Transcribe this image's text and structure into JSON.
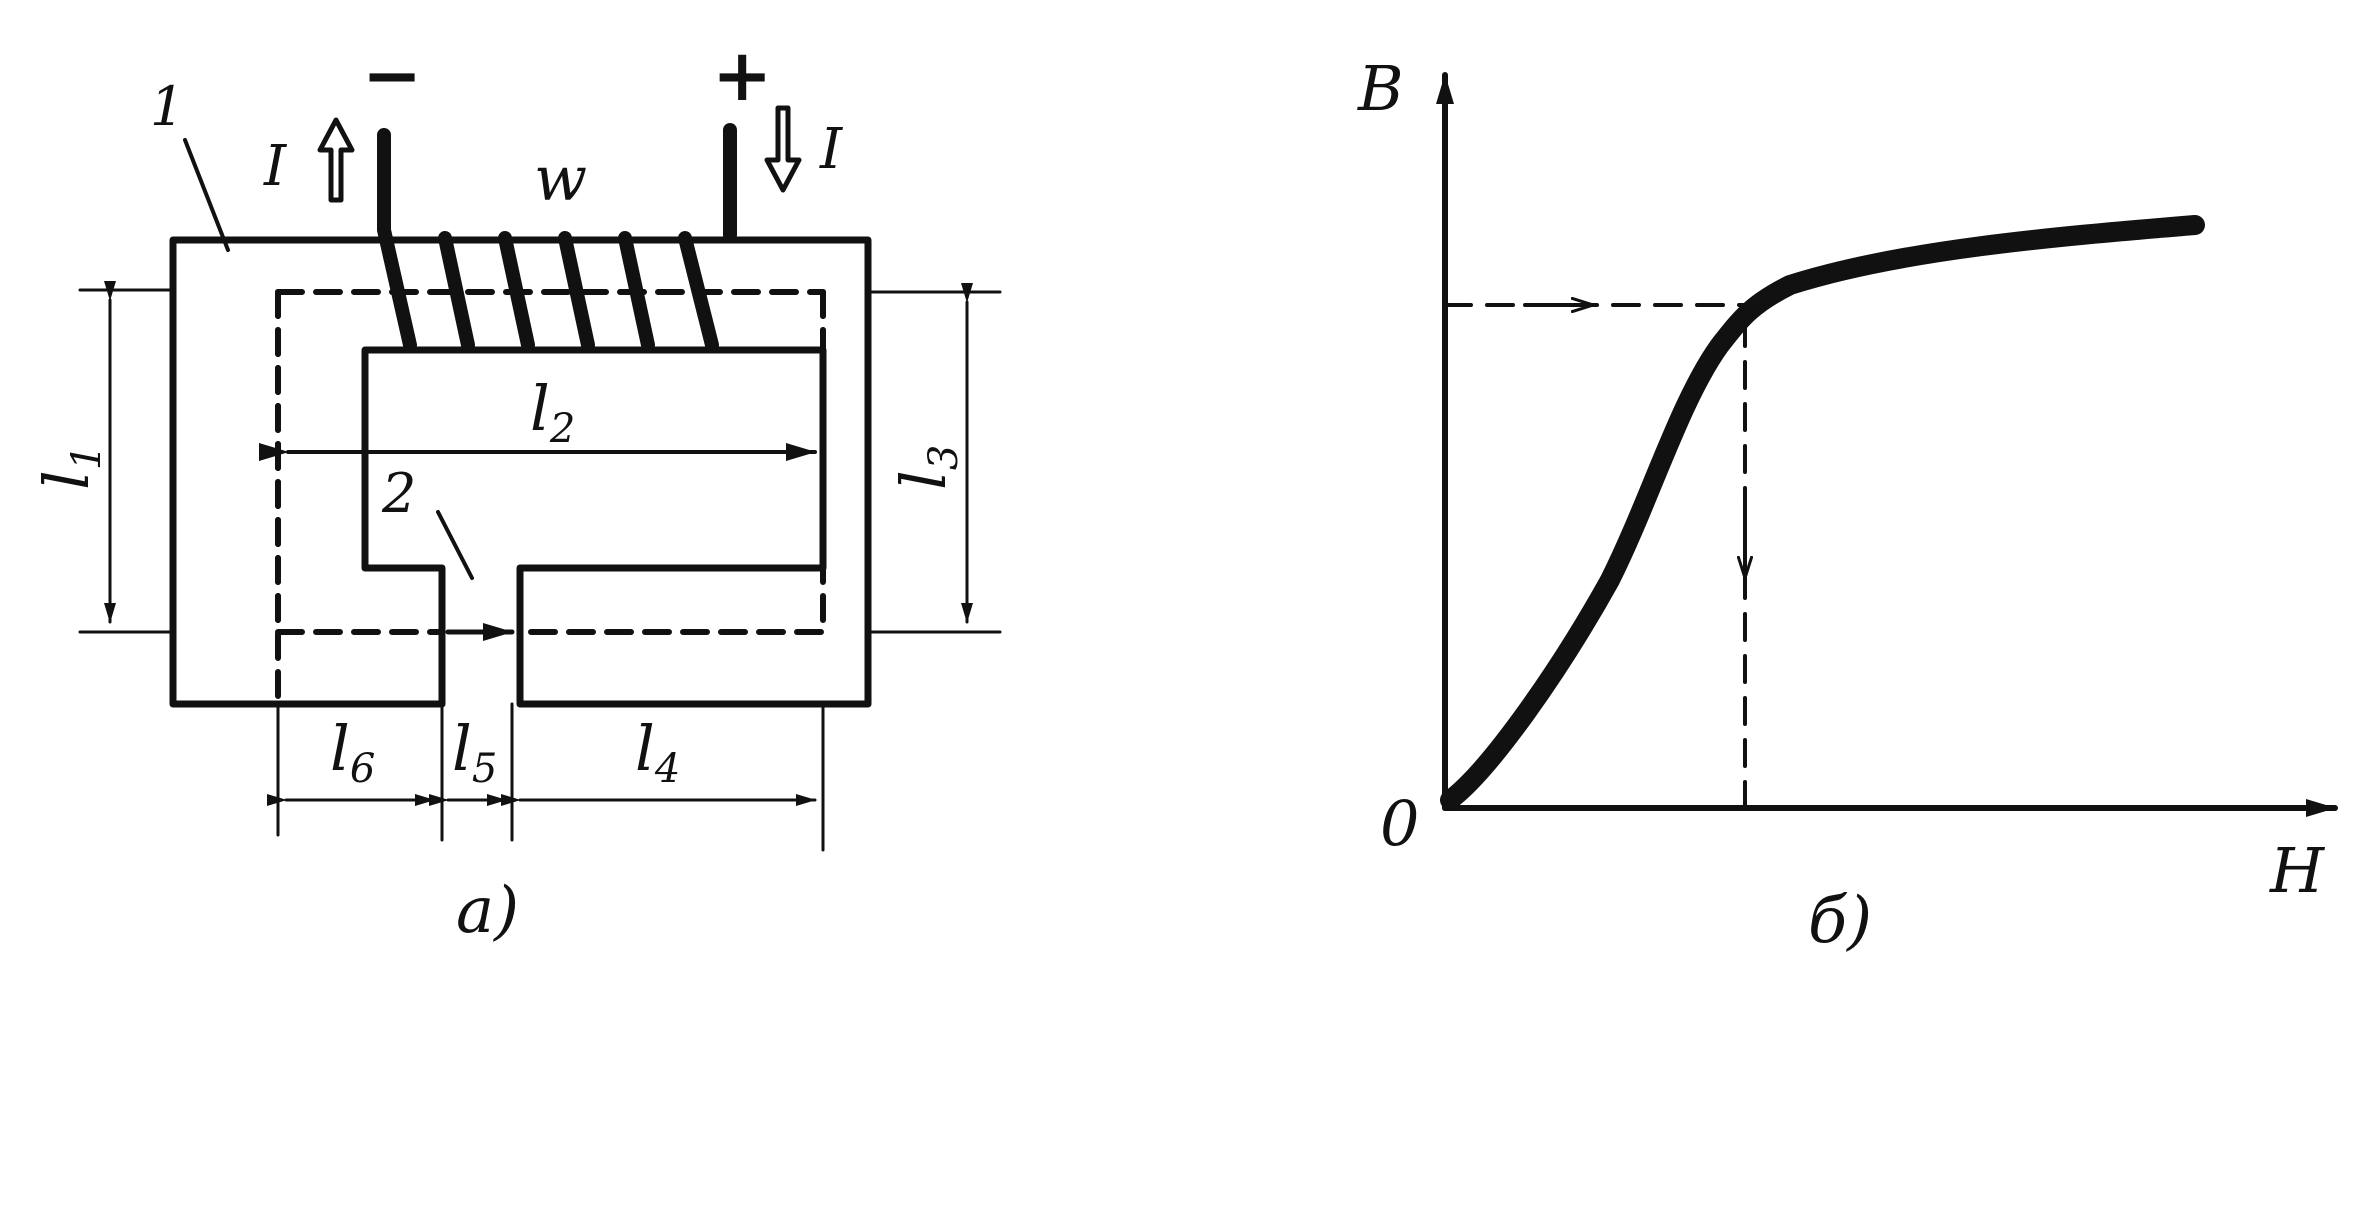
{
  "figure_a": {
    "caption": "a)",
    "core_label": "1",
    "gap_label": "2",
    "winding_label": "w",
    "minus_sign": "−",
    "plus_sign": "+",
    "current_left": "I",
    "current_right": "I",
    "lengths": {
      "l1": {
        "letter": "l",
        "sub": "1"
      },
      "l2": {
        "letter": "l",
        "sub": "2"
      },
      "l3": {
        "letter": "l",
        "sub": "3"
      },
      "l4": {
        "letter": "l",
        "sub": "4"
      },
      "l5": {
        "letter": "l",
        "sub": "5"
      },
      "l6": {
        "letter": "l",
        "sub": "6"
      }
    }
  },
  "figure_b": {
    "caption": "б)",
    "y_axis_label": "B",
    "x_axis_label": "H",
    "origin_label": "0"
  }
}
